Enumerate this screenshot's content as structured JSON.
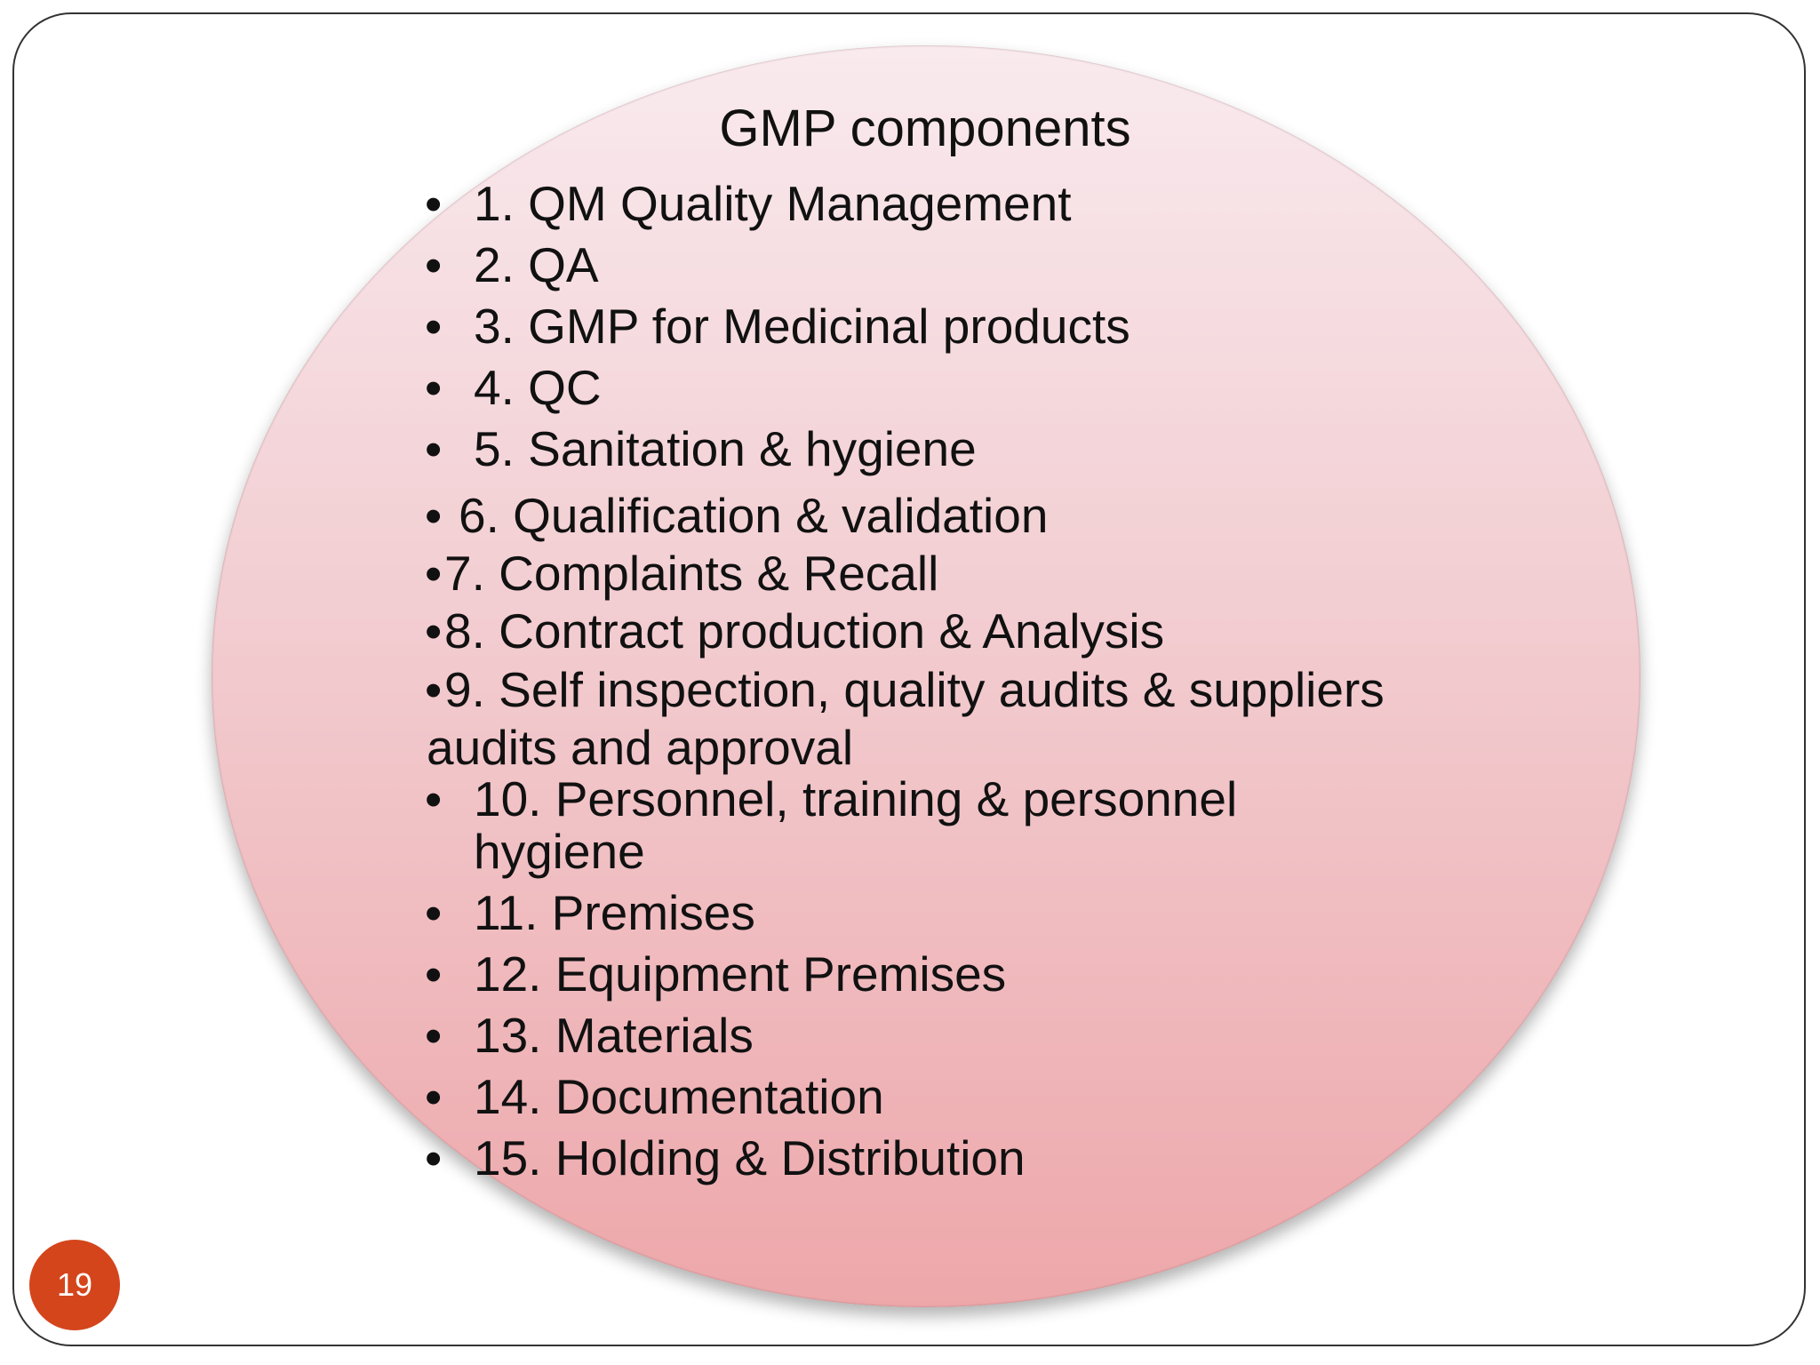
{
  "slide": {
    "title": "GMP components",
    "page_number": "19",
    "colors": {
      "ellipse_top": "#f9eaee",
      "ellipse_bottom": "#eda7aa",
      "page_badge": "#d4451c",
      "frame_border": "#333333"
    },
    "bullet_glyph": "•",
    "items": [
      {
        "text": "1. QM  Quality Management"
      },
      {
        "text": "2. QA"
      },
      {
        "text": "3. GMP for Medicinal products"
      },
      {
        "text": "4.  QC"
      },
      {
        "text": "5. Sanitation & hygiene"
      },
      {
        "text": "6. Qualification & validation"
      },
      {
        "text": "7. Complaints & Recall"
      },
      {
        "text": "8. Contract production & Analysis"
      },
      {
        "line1": "9. Self inspection, quality audits & suppliers",
        "line2": "audits and approval"
      },
      {
        "line1": "10. Personnel, training & personnel",
        "line2": "hygiene"
      },
      {
        "text": "11. Premises"
      },
      {
        "text": "12. Equipment Premises"
      },
      {
        "text": "13. Materials"
      },
      {
        "text": "14. Documentation"
      },
      {
        "text": "15. Holding & Distribution"
      }
    ]
  }
}
